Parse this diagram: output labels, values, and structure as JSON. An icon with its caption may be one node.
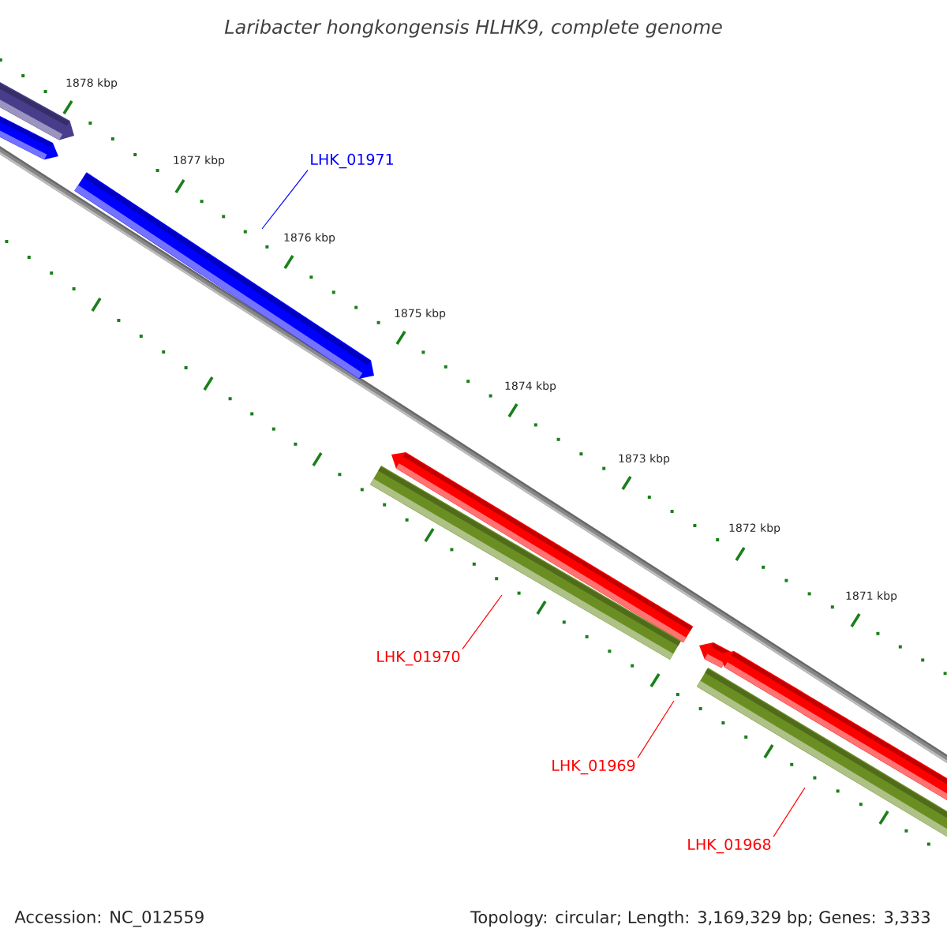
{
  "diagram": {
    "title": "Laribacter hongkongensis HLHK9, complete genome",
    "nodes": [
      {
        "text": [
          "LHK_01971"
        ]
      },
      {
        "text": [
          "LHK_01970"
        ]
      },
      {
        "text": [
          "LHK_01969"
        ]
      },
      {
        "text": [
          "LHK_01968"
        ]
      }
    ],
    "edges": [
      {
        "from": 0,
        "to": null,
        "arrow": "none",
        "color": "#0000ff"
      },
      {
        "from": 1,
        "to": null,
        "arrow": "none"
      },
      {
        "from": 2,
        "to": null,
        "arrow": "none"
      },
      {
        "from": 3,
        "to": null,
        "arrow": "none"
      }
    ],
    "labels": [
      "1878 kbp",
      "1877 kbp",
      "1876 kbp",
      "1875 kbp",
      "1874 kbp",
      "1873 kbp",
      "1872 kbp",
      "1871 kbp",
      "Accession: NC_012559",
      "Topology: circular; Length: 3,169,329 bp; Genes: 3,333"
    ]
  }
}
